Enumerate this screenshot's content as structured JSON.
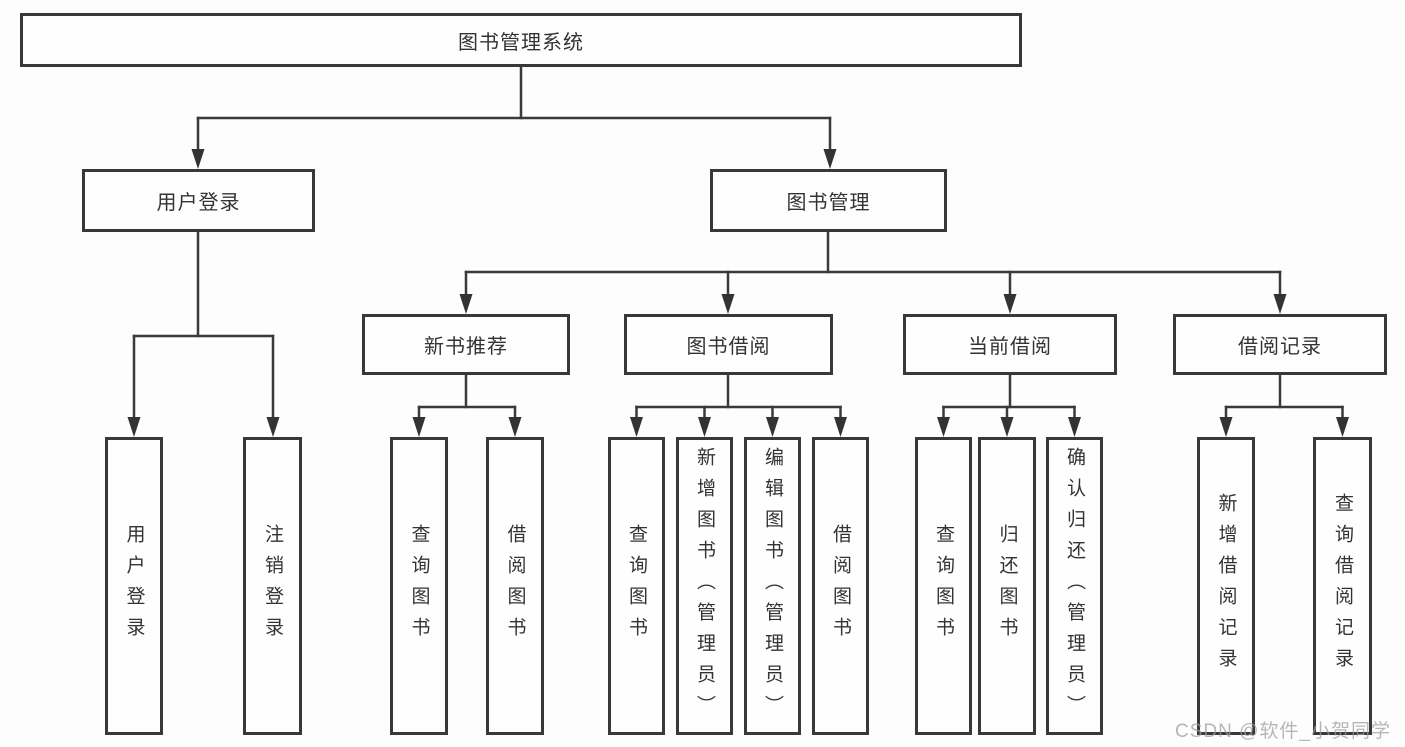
{
  "nodes": {
    "root": "图书管理系统",
    "userLogin": "用户登录",
    "bookManagement": "图书管理",
    "newBookRecommend": "新书推荐",
    "bookBorrow": "图书借阅",
    "currentBorrow": "当前借阅",
    "borrowRecord": "借阅记录",
    "leafUserLogin": "用户登录",
    "leafLogout": "注销登录",
    "leafQueryBook1": "查询图书",
    "leafBorrowBook1": "借阅图书",
    "leafQueryBook2": "查询图书",
    "leafAddBook": "新增图书（管理员）",
    "leafEditBook": "编辑图书（管理员）",
    "leafBorrowBook2": "借阅图书",
    "leafQueryBook3": "查询图书",
    "leafReturnBook": "归还图书",
    "leafConfirmReturn": "确认归还（管理员）",
    "leafAddBorrowRecord": "新增借阅记录",
    "leafQueryBorrowRecord": "查询借阅记录"
  },
  "hierarchy": {
    "图书管理系统": [
      "用户登录",
      "图书管理"
    ],
    "用户登录": [
      "用户登录",
      "注销登录"
    ],
    "图书管理": [
      "新书推荐",
      "图书借阅",
      "当前借阅",
      "借阅记录"
    ],
    "新书推荐": [
      "查询图书",
      "借阅图书"
    ],
    "图书借阅": [
      "查询图书",
      "新增图书（管理员）",
      "编辑图书（管理员）",
      "借阅图书"
    ],
    "当前借阅": [
      "查询图书",
      "归还图书",
      "确认归还（管理员）"
    ],
    "借阅记录": [
      "新增借阅记录",
      "查询借阅记录"
    ]
  },
  "watermark": "CSDN @软件_小贺同学",
  "colors": {
    "background": "#fdfdfd",
    "box_border": "#383838",
    "box_fill": "#fefefe",
    "line": "#3a3a3a",
    "text": "#333333",
    "watermark": "#9e9e9e"
  }
}
